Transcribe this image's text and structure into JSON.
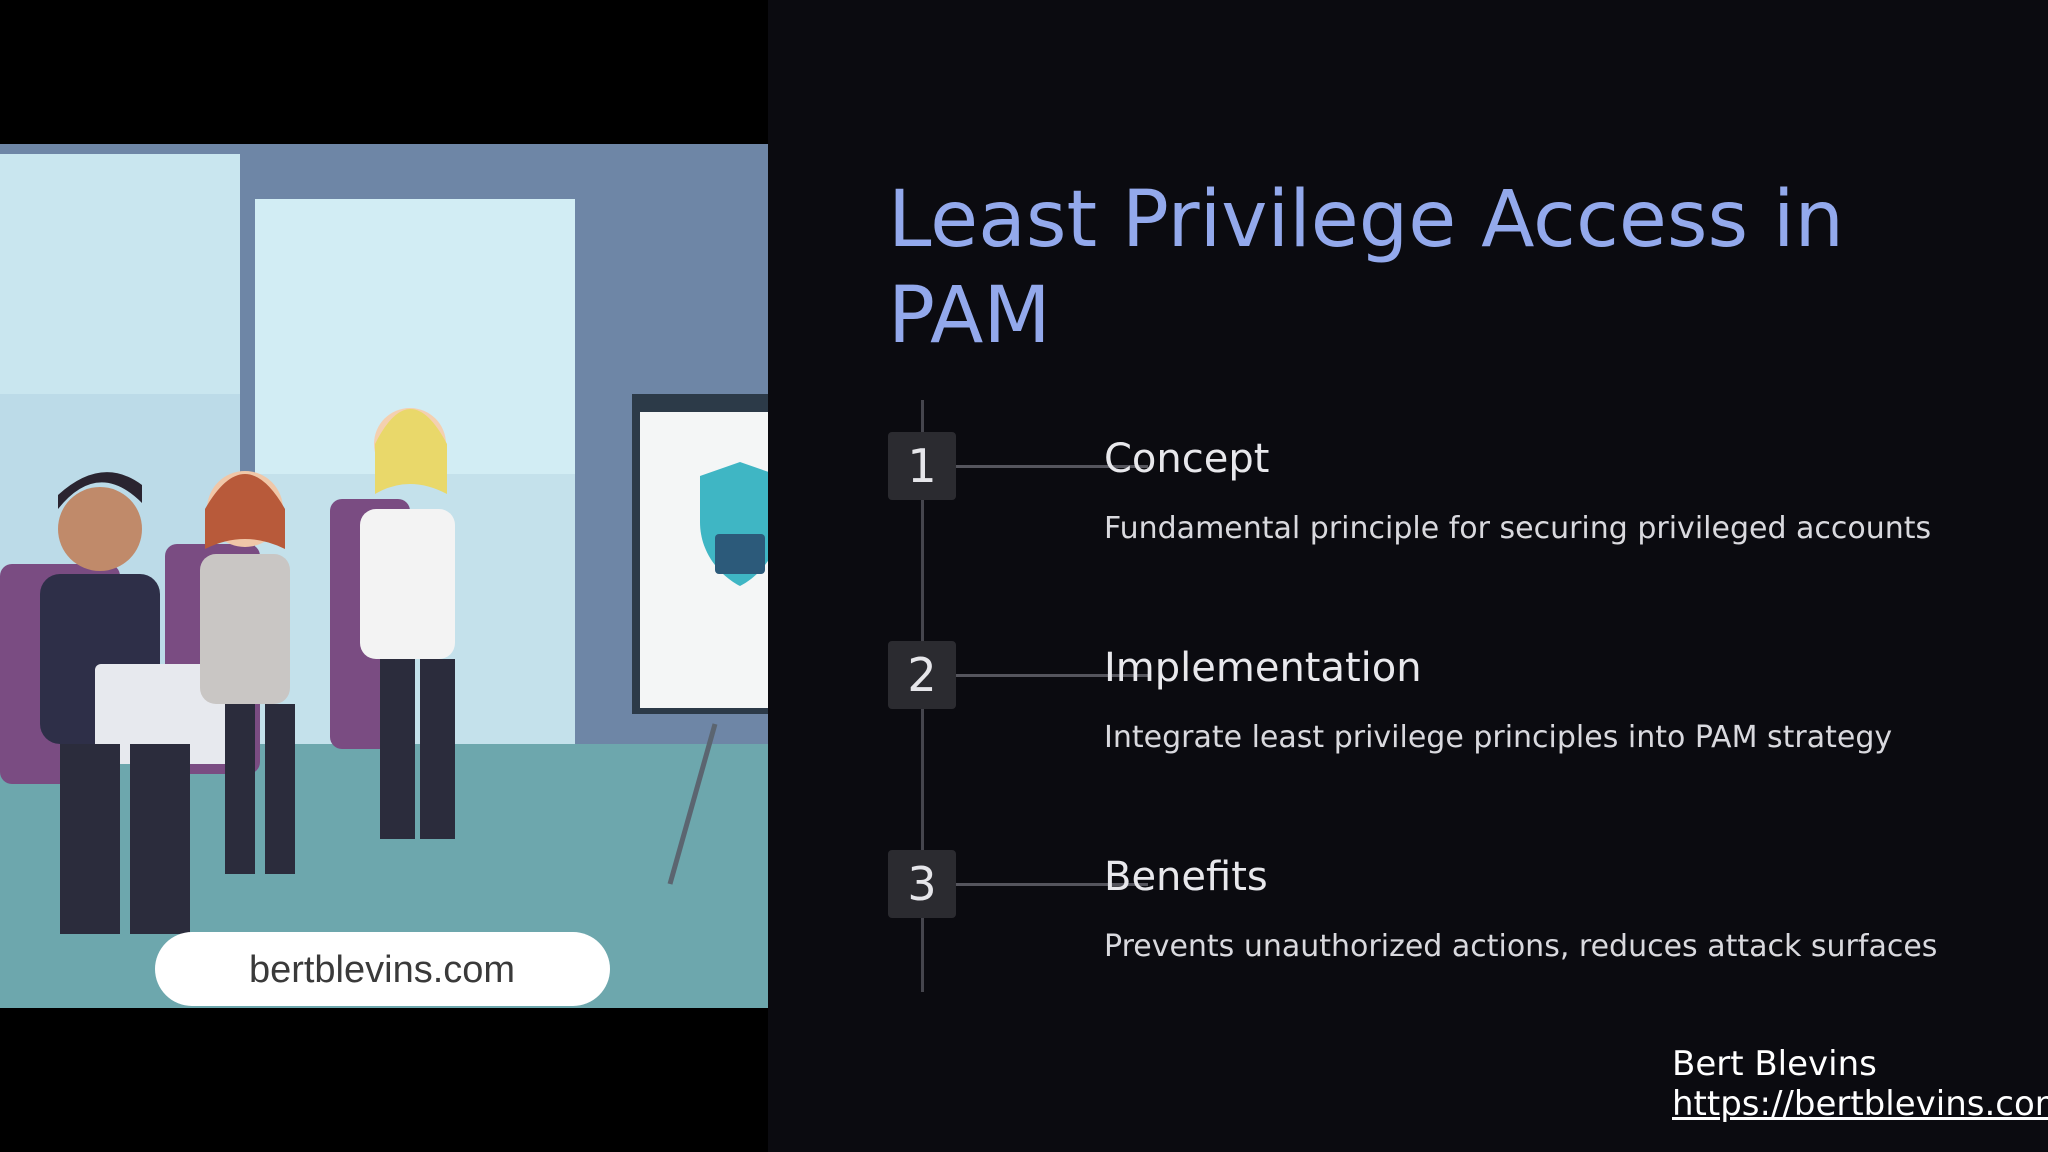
{
  "slide": {
    "title": "Least Privilege Access in PAM",
    "steps": [
      {
        "number": "1",
        "heading": "Concept",
        "description": "Fundamental principle for securing privileged accounts"
      },
      {
        "number": "2",
        "heading": "Implementation",
        "description": "Integrate least privilege principles into PAM strategy"
      },
      {
        "number": "3",
        "heading": "Benefits",
        "description": "Prevents unauthorized actions, reduces attack surfaces"
      }
    ],
    "author_name": "Bert Blevins",
    "author_url": "https://bertblevins.com"
  },
  "illustration": {
    "watermark": "bertblevins.com"
  },
  "colors": {
    "background": "#0b0b10",
    "title": "#93a9ec",
    "badge": "#2b2b30",
    "text": "#e8e8ec"
  }
}
